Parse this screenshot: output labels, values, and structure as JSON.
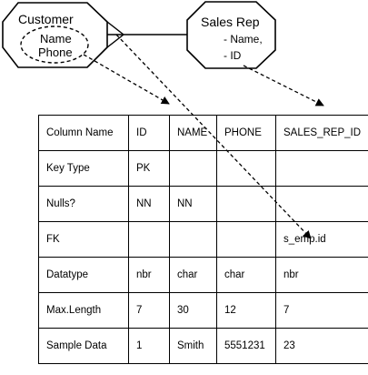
{
  "customer": {
    "title": "Customer",
    "attributes": [
      "Name",
      "Phone"
    ]
  },
  "sales_rep": {
    "title": "Sales Rep",
    "attributes": [
      "- Name,",
      "- ID"
    ]
  },
  "table": {
    "rows": [
      [
        "Column Name",
        "ID",
        "NAME",
        "PHONE",
        "SALES_REP_ID"
      ],
      [
        "Key Type",
        "PK",
        "",
        "",
        ""
      ],
      [
        "Nulls?",
        "NN",
        "NN",
        "",
        ""
      ],
      [
        "FK",
        "",
        "",
        "",
        "s_emp.id"
      ],
      [
        "Datatype",
        "nbr",
        "char",
        "char",
        "nbr"
      ],
      [
        "Max.Length",
        "7",
        "30",
        "12",
        "7"
      ],
      [
        "Sample Data",
        "1",
        "Smith",
        "5551231",
        "23"
      ]
    ]
  }
}
